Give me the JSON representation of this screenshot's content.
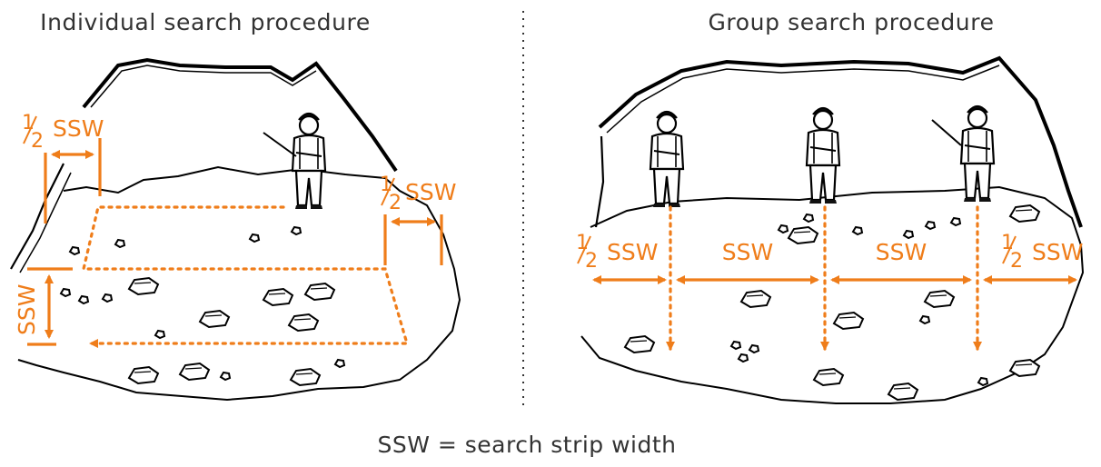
{
  "titles": {
    "individual": "Individual search procedure",
    "group": "Group search procedure"
  },
  "labels": {
    "half": "1",
    "half_den": "2",
    "ssw": "SSW"
  },
  "legend": "SSW = search strip width",
  "colors": {
    "accent": "#ef7d1a",
    "ink": "#000000",
    "text": "#333333"
  }
}
